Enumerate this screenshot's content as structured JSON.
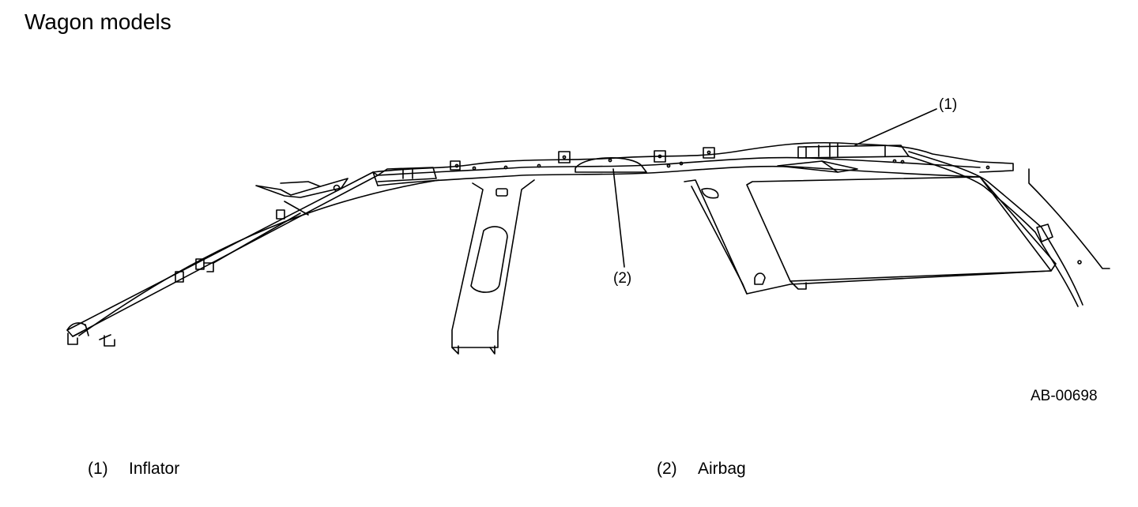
{
  "title": "Wagon models",
  "figure_code": "AB-00698",
  "callouts": [
    {
      "id": "1",
      "label": "(1)"
    },
    {
      "id": "2",
      "label": "(2)"
    }
  ],
  "legend": [
    {
      "number": "(1)",
      "text": "Inflator"
    },
    {
      "number": "(2)",
      "text": "Airbag"
    }
  ]
}
